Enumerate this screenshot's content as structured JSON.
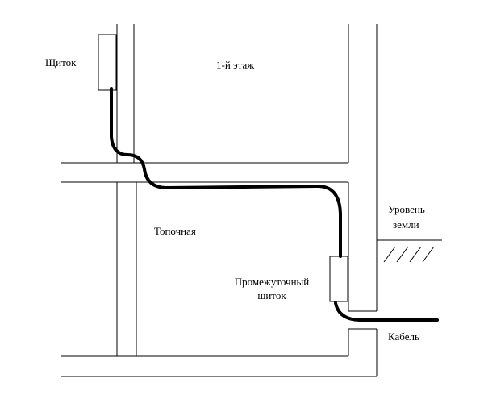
{
  "labels": {
    "panel": "Щиток",
    "first_floor": "1-й этаж",
    "furnace_room": "Топочная",
    "intermediate_panel_line1": "Промежуточный",
    "intermediate_panel_line2": "щиток",
    "ground_level_line1": "Уровень",
    "ground_level_line2": "земли",
    "cable": "Кабель"
  },
  "colors": {
    "line": "#000000",
    "background": "#ffffff"
  }
}
